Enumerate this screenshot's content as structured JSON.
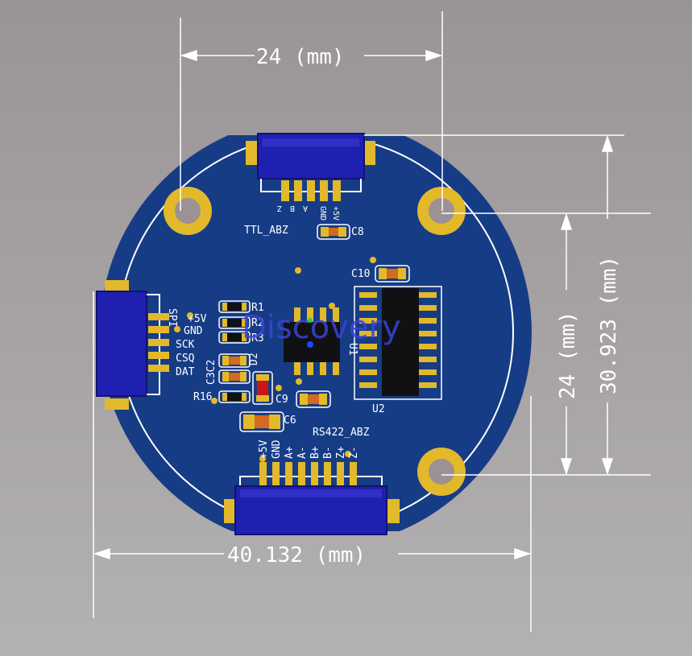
{
  "dimensions": {
    "top_width": "24 (mm)",
    "right_height_outer": "30.923 (mm)",
    "right_height_inner": "24 (mm)",
    "bottom_width": "40.132 (mm)"
  },
  "board": {
    "top_connector_label": "TTL_ABZ",
    "top_pins": [
      "Z",
      "B",
      "A",
      "GND",
      "+5V"
    ],
    "spi_label": "SPI",
    "spi_pins": [
      "+5V",
      "GND",
      "SCK",
      "CSQ",
      "DAT"
    ],
    "bottom_connector_label": "RS422_ABZ",
    "bottom_pins": [
      "+5V",
      "GND",
      "A+",
      "A-",
      "B+",
      "B-",
      "Z+",
      "Z-"
    ],
    "components": {
      "c8": "C8",
      "c10": "C10",
      "c9": "C9",
      "c6": "C6",
      "r1": "R1",
      "r2": "R2",
      "r3": "R3",
      "r16": "R16",
      "c3c2": "C3C2",
      "d2": "D2",
      "u1": "U1",
      "u2": "U2"
    }
  },
  "watermark": "Discovery",
  "colors": {
    "background": "#a8a5a6",
    "board": "#163c86",
    "pad_gold": "#e2b92a",
    "connector": "#1f1fb0"
  }
}
